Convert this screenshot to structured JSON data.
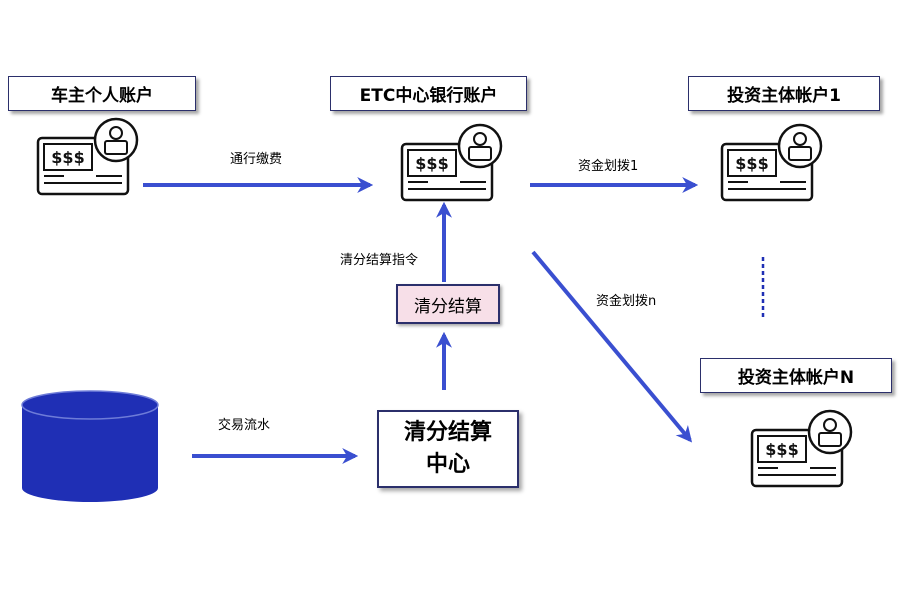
{
  "nodes": {
    "owner_account": "车主个人账户",
    "etc_account": "ETC中心银行账户",
    "investor_account_1": "投资主体帐户1",
    "investor_account_n": "投资主体帐户N",
    "clearing": "清分结算",
    "clearing_center_line1": "清分结算",
    "clearing_center_line2": "中心"
  },
  "edges": {
    "toll_payment": "通行缴费",
    "transfer_1": "资金划拨1",
    "transfer_n": "资金划拨n",
    "clearing_instruction": "清分结算指令",
    "transaction_flow": "交易流水"
  },
  "card_text": "$$$",
  "icons": {
    "account_card": "bank-card-with-user-badge",
    "database": "database-cylinder"
  },
  "colors": {
    "arrow": "#3a4fd0",
    "database": "#1f2fb5",
    "box_border": "#2b2f6b",
    "clearing_fill": "#f7dfe8"
  }
}
